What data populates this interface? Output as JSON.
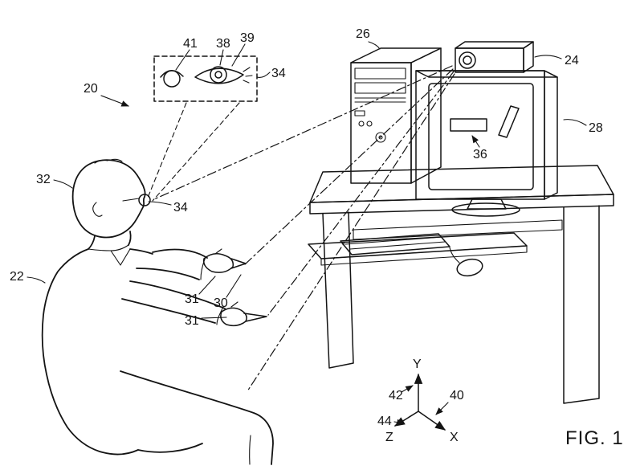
{
  "figure": {
    "caption": "FIG. 1"
  },
  "reference_numerals": {
    "n20": "20",
    "n22": "22",
    "n24": "24",
    "n26": "26",
    "n28": "28",
    "n30": "30",
    "n31_upper": "31",
    "n31_lower": "31",
    "n32": "32",
    "n34_inset": "34",
    "n34_user": "34",
    "n36": "36",
    "n38": "38",
    "n39": "39",
    "n40": "40",
    "n41": "41",
    "n42": "42",
    "n44": "44"
  },
  "axes": {
    "x": "X",
    "y": "Y",
    "z": "Z"
  }
}
